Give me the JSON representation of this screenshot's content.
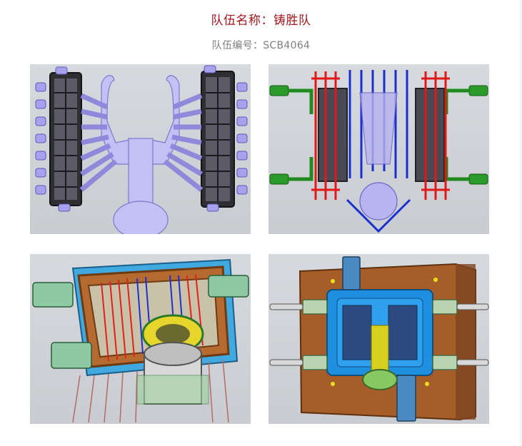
{
  "header": {
    "team_name": "队伍名称：铸胜队",
    "team_number": "队伍编号：SCB4064"
  },
  "colors": {
    "title_red": "#a4161a",
    "subtitle_gray": "#7f7f7f",
    "cad_background": "#d0d3d7",
    "casting_lavender": "#b8b4f0",
    "mold_dark": "#3a3a3a",
    "cooling_red": "#e01818",
    "cooling_blue": "#1a2fd0",
    "cylinder_green": "#2c9a2c",
    "mold_copper": "#b0622a",
    "cavity_blue": "#1f8fe0",
    "insert_yellow": "#d8d020"
  },
  "figures": [
    {
      "id": "casting-runner-view",
      "icon": "runner-system-model"
    },
    {
      "id": "cooling-channel-view",
      "icon": "cooling-layout-model"
    },
    {
      "id": "mold-assembly-3d-view",
      "icon": "mold-assembly-model"
    },
    {
      "id": "mold-top-view",
      "icon": "mold-plate-model"
    }
  ]
}
